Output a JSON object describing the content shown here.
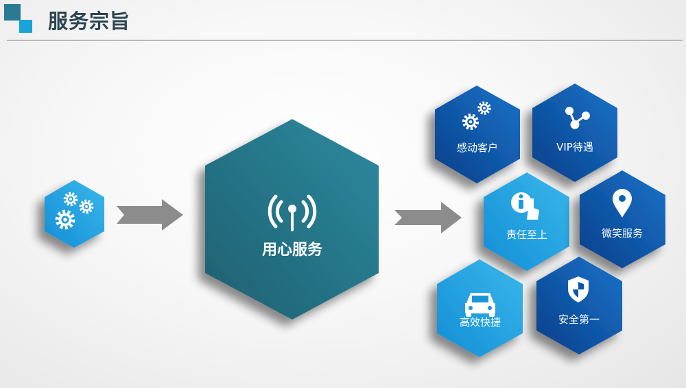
{
  "header": {
    "title": "服务宗旨"
  },
  "center": {
    "label": "用心服务"
  },
  "hexagons": [
    {
      "label": "感动客户",
      "icon": "gears-icon"
    },
    {
      "label": "VIP待遇",
      "icon": "share-icon"
    },
    {
      "label": "责任至上",
      "icon": "info-hand-icon"
    },
    {
      "label": "微笑服务",
      "icon": "map-pin-icon"
    },
    {
      "label": "高效快捷",
      "icon": "car-icon"
    },
    {
      "label": "安全第一",
      "icon": "shield-icon"
    }
  ],
  "colors": {
    "teal": "#2b7a8e",
    "blue_dark": "#0a5bb0",
    "blue_light": "#22a6e3",
    "arrow": "#8c8c8c"
  }
}
